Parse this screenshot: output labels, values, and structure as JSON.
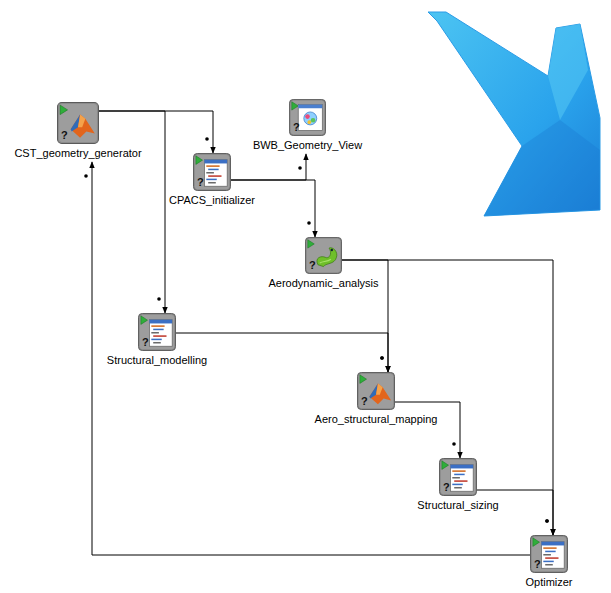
{
  "diagram": {
    "nodes": [
      {
        "text": [
          "CST_geometry_generator"
        ]
      },
      {
        "text": [
          "BWB_Geometry_View"
        ]
      },
      {
        "text": [
          "CPACS_initializer"
        ]
      },
      {
        "text": [
          "Aerodynamic_analysis"
        ]
      },
      {
        "text": [
          "Structural_modelling"
        ]
      },
      {
        "text": [
          "Aero_structural_mapping"
        ]
      },
      {
        "text": [
          "Structural_sizing"
        ]
      },
      {
        "text": [
          "Optimizer"
        ]
      }
    ],
    "edges": [
      {
        "from": 0,
        "to": 2,
        "arrow": "to"
      },
      {
        "from": 0,
        "to": 4,
        "arrow": "to"
      },
      {
        "from": 2,
        "to": 1,
        "arrow": "to"
      },
      {
        "from": 2,
        "to": 3,
        "arrow": "to"
      },
      {
        "from": 3,
        "to": 5,
        "arrow": "to"
      },
      {
        "from": 3,
        "to": 7,
        "arrow": "to"
      },
      {
        "from": 4,
        "to": 5,
        "arrow": "to"
      },
      {
        "from": 5,
        "to": 6,
        "arrow": "to"
      },
      {
        "from": 6,
        "to": 7,
        "arrow": "to"
      },
      {
        "from": 7,
        "to": 0,
        "arrow": "to"
      }
    ],
    "labels": [
      "?",
      "?",
      "?",
      "?",
      "?",
      "?",
      "?",
      "?"
    ]
  }
}
